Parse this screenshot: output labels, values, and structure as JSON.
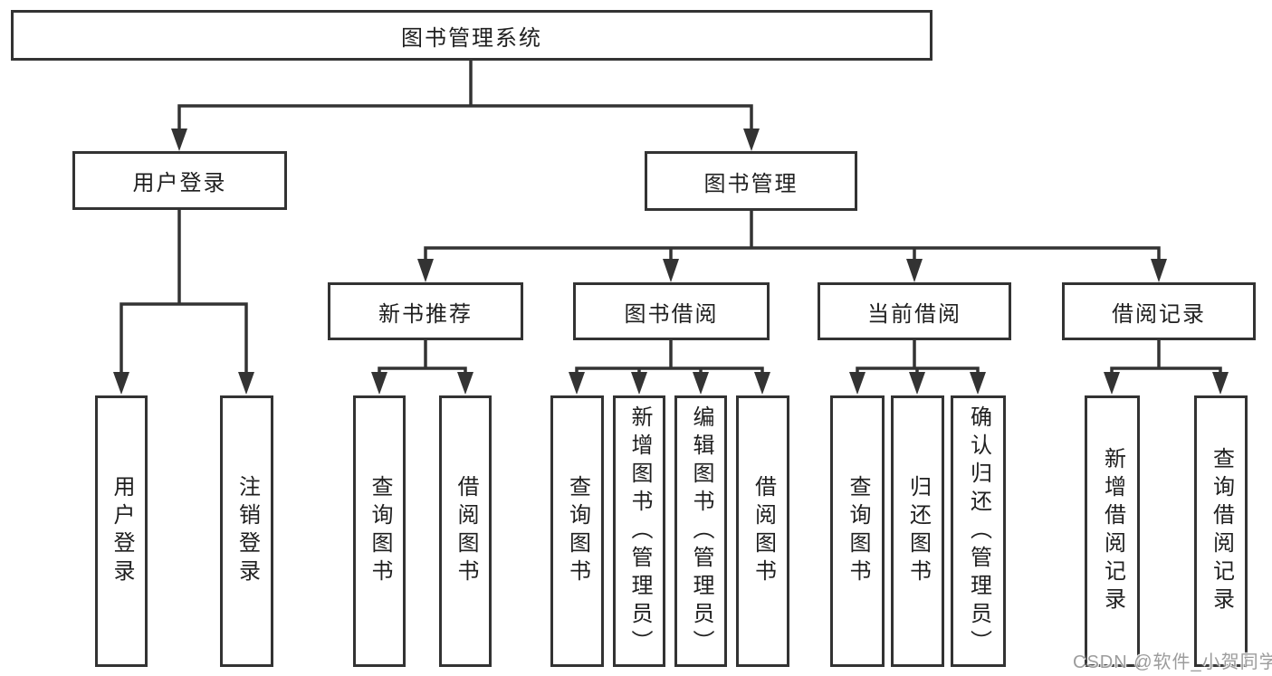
{
  "tree": {
    "root": "图书管理系统",
    "branches": [
      {
        "label": "用户登录",
        "children": [
          {
            "label": "用户登录"
          },
          {
            "label": "注销登录"
          }
        ]
      },
      {
        "label": "图书管理",
        "children": [
          {
            "label": "新书推荐",
            "children": [
              {
                "label": "查询图书"
              },
              {
                "label": "借阅图书"
              }
            ]
          },
          {
            "label": "图书借阅",
            "children": [
              {
                "label": "查询图书"
              },
              {
                "label": "新增图书（管理员）"
              },
              {
                "label": "编辑图书（管理员）"
              },
              {
                "label": "借阅图书"
              }
            ]
          },
          {
            "label": "当前借阅",
            "children": [
              {
                "label": "查询图书"
              },
              {
                "label": "归还图书"
              },
              {
                "label": "确认归还（管理员）"
              }
            ]
          },
          {
            "label": "借阅记录",
            "children": [
              {
                "label": "新增借阅记录"
              },
              {
                "label": "查询借阅记录"
              }
            ]
          }
        ]
      }
    ]
  },
  "watermark": {
    "text": "CSDN @软件_小贺同学"
  },
  "colors": {
    "line": "#333333",
    "text": "#1f1f1f",
    "background": "#ffffff",
    "watermark": "#9c9c9c"
  }
}
